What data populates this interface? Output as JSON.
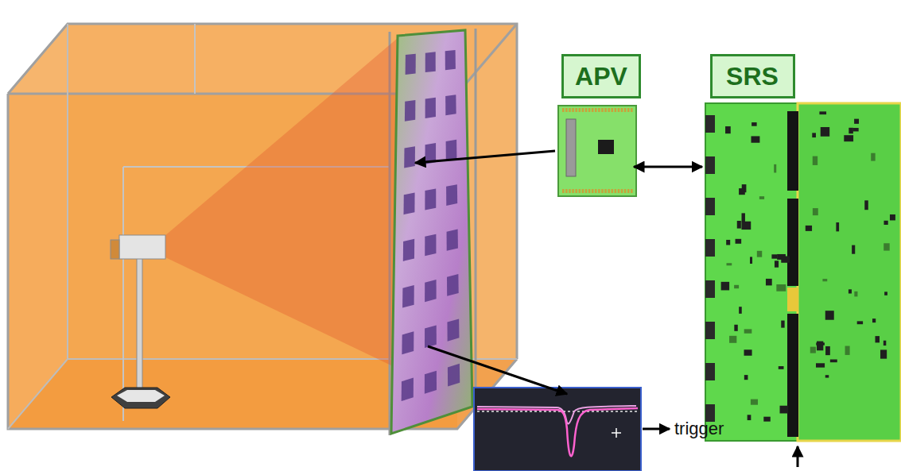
{
  "diagram": {
    "nodes": [
      {
        "text": [
          "APV"
        ]
      },
      {
        "text": [
          "SRS"
        ]
      }
    ],
    "labels": [
      "trigger"
    ]
  }
}
